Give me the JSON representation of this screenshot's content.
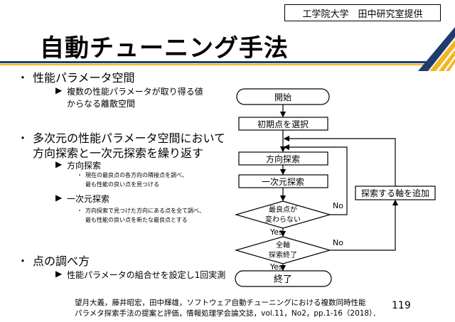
{
  "credit": "工学院大学　田中研究室提供",
  "title": "自動チューニング手法",
  "colors": {
    "rule_blue": "#1f3c6e",
    "rule_yellow": "#f3b51e",
    "stripe_blue": "#1f3c6e",
    "stripe_yellow": "#f3b51e"
  },
  "bullets": [
    {
      "bullet": "・",
      "text": "性能パラメータ空間",
      "sub": [
        {
          "marker": "▶",
          "lines": [
            "複数の性能パラメータが取り得る値",
            "からなる離散空間"
          ]
        }
      ]
    },
    {
      "bullet": "・",
      "lines": [
        "多次元の性能パラメータ空間において",
        "方向探索と一次元探索を繰り返す"
      ],
      "sub": [
        {
          "marker": "▶",
          "text": "方向探索",
          "dot": "・",
          "detail": [
            "現在の最良点の各方向の隣接点を調べ、",
            "最も性能の良い点を見つける"
          ]
        },
        {
          "marker": "▶",
          "text": "一次元探索",
          "dot": "・",
          "detail": [
            "方向探索で見つけた方向にある点を全て調べ、",
            "最も性能の良い点を新たな最良点とする"
          ]
        }
      ]
    },
    {
      "bullet": "・",
      "text": "点の調べ方",
      "sub": [
        {
          "marker": "▶",
          "text": "性能パラメータの組合せを設定し1回実測"
        }
      ]
    }
  ],
  "flowchart": {
    "start": "開始",
    "init": "初期点を選択",
    "direction": "方向探索",
    "onedim": "一次元探索",
    "decision1": [
      "最良点が",
      "変わらない"
    ],
    "decision2": [
      "全軸",
      "探索終了"
    ],
    "add_axis": "探索する軸を追加",
    "end": "終了",
    "yes": "Yes",
    "no": "No"
  },
  "citation": [
    "望月大義，藤井昭宏，田中輝雄，ソフトウェア自動チューニングにおける複数同時性能",
    "パラメタ探索手法の提案と評価，情報処理学会論文誌，vol.11，No2，pp.1-16（2018）．"
  ],
  "page_number": "119"
}
